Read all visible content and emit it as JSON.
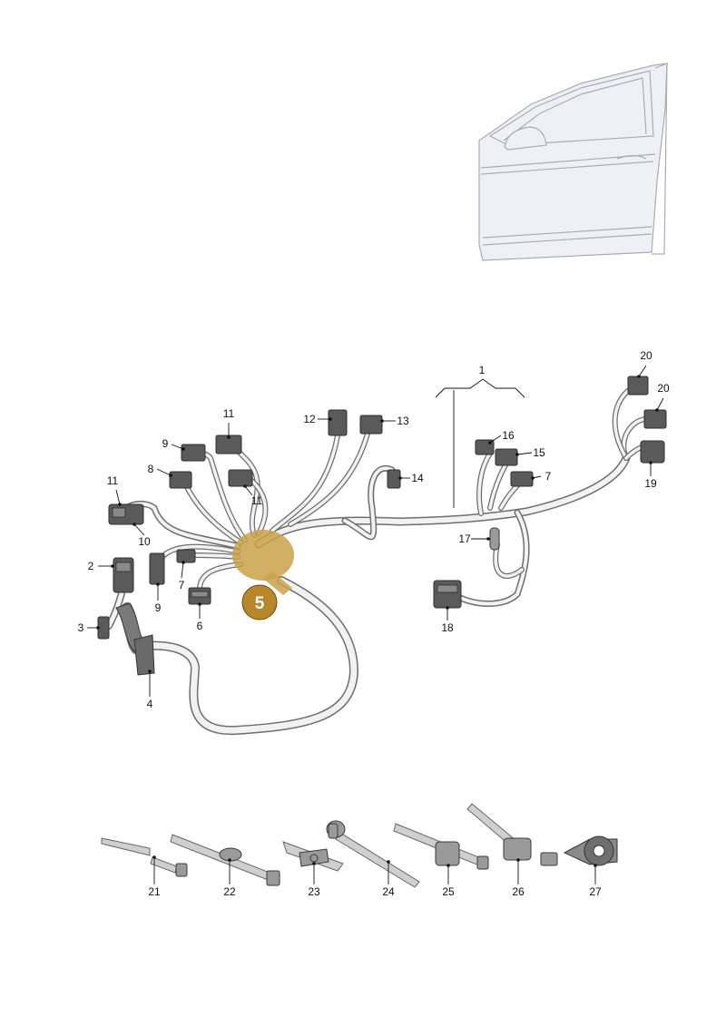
{
  "callouts": [
    {
      "id": "c1",
      "label": "1"
    },
    {
      "id": "c2",
      "label": "2"
    },
    {
      "id": "c3",
      "label": "3"
    },
    {
      "id": "c4",
      "label": "4"
    },
    {
      "id": "c5",
      "label": "5"
    },
    {
      "id": "c6",
      "label": "6"
    },
    {
      "id": "c7a",
      "label": "7"
    },
    {
      "id": "c7b",
      "label": "7"
    },
    {
      "id": "c8",
      "label": "8"
    },
    {
      "id": "c9a",
      "label": "9"
    },
    {
      "id": "c9b",
      "label": "9"
    },
    {
      "id": "c10",
      "label": "10"
    },
    {
      "id": "c11a",
      "label": "11"
    },
    {
      "id": "c11b",
      "label": "11"
    },
    {
      "id": "c11c",
      "label": "11"
    },
    {
      "id": "c12",
      "label": "12"
    },
    {
      "id": "c13",
      "label": "13"
    },
    {
      "id": "c14",
      "label": "14"
    },
    {
      "id": "c15",
      "label": "15"
    },
    {
      "id": "c16",
      "label": "16"
    },
    {
      "id": "c17",
      "label": "17"
    },
    {
      "id": "c18",
      "label": "18"
    },
    {
      "id": "c19",
      "label": "19"
    },
    {
      "id": "c20a",
      "label": "20"
    },
    {
      "id": "c20b",
      "label": "20"
    },
    {
      "id": "c21",
      "label": "21"
    },
    {
      "id": "c22",
      "label": "22"
    },
    {
      "id": "c23",
      "label": "23"
    },
    {
      "id": "c24",
      "label": "24"
    },
    {
      "id": "c25",
      "label": "25"
    },
    {
      "id": "c26",
      "label": "26"
    },
    {
      "id": "c27",
      "label": "27"
    }
  ],
  "highlight": {
    "label": "5",
    "color": "#c9a24a",
    "badge_color": "#b8862b"
  }
}
